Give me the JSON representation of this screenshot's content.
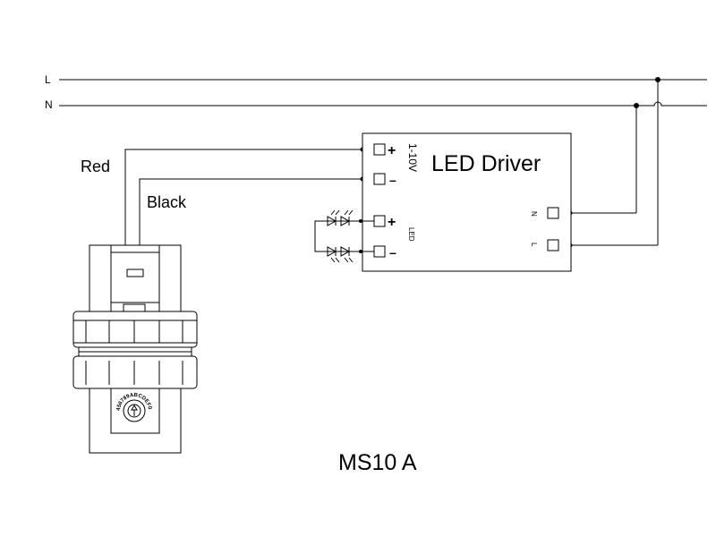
{
  "lines": {
    "L": "L",
    "N": "N"
  },
  "wires": {
    "red": "Red",
    "black": "Black"
  },
  "driver": {
    "title": "LED Driver",
    "dim_label": "1-10V",
    "dim_plus": "+",
    "dim_minus": "–",
    "led_label": "LED",
    "led_plus": "+",
    "led_minus": "–",
    "n_label": "N",
    "l_label": "L"
  },
  "sensor": {
    "dial_text": "456789ABCDEF0123"
  },
  "model": "MS10 A",
  "colors": {
    "line": "#000000",
    "background": "#ffffff"
  }
}
